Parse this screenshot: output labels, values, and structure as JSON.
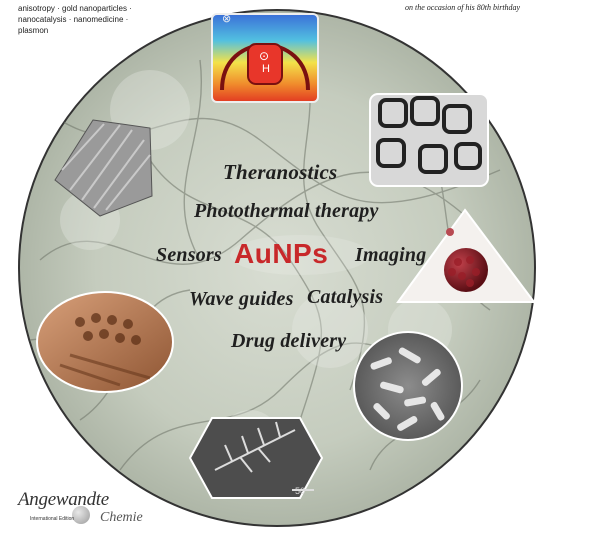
{
  "header": {
    "keywords_line1": "anisotropy · gold nanoparticles ·",
    "keywords_line2": "nanocatalysis · nanomedicine ·",
    "keywords_line3": "plasmon",
    "occasion": "on the occasion of his 80th birthday"
  },
  "graphic": {
    "center_title": "AuNPs",
    "labels": {
      "theranostics": "Theranostics",
      "photothermal": "Photothermal therapy",
      "sensors": "Sensors",
      "imaging": "Imaging",
      "wave_guides": "Wave guides",
      "catalysis": "Catalysis",
      "drug_delivery": "Drug delivery"
    },
    "thermal_symbol": "⊗",
    "thermal_label_top": "⊙",
    "thermal_label_bottom": "H",
    "scale_bar": "50"
  },
  "logo": {
    "main": "Angewandte",
    "sub": "International Edition",
    "chemie": "Chemie"
  },
  "colors": {
    "accent_red": "#c8282a",
    "label_dark": "#1f1f1f",
    "circle_fill": "#c9cfc2"
  }
}
